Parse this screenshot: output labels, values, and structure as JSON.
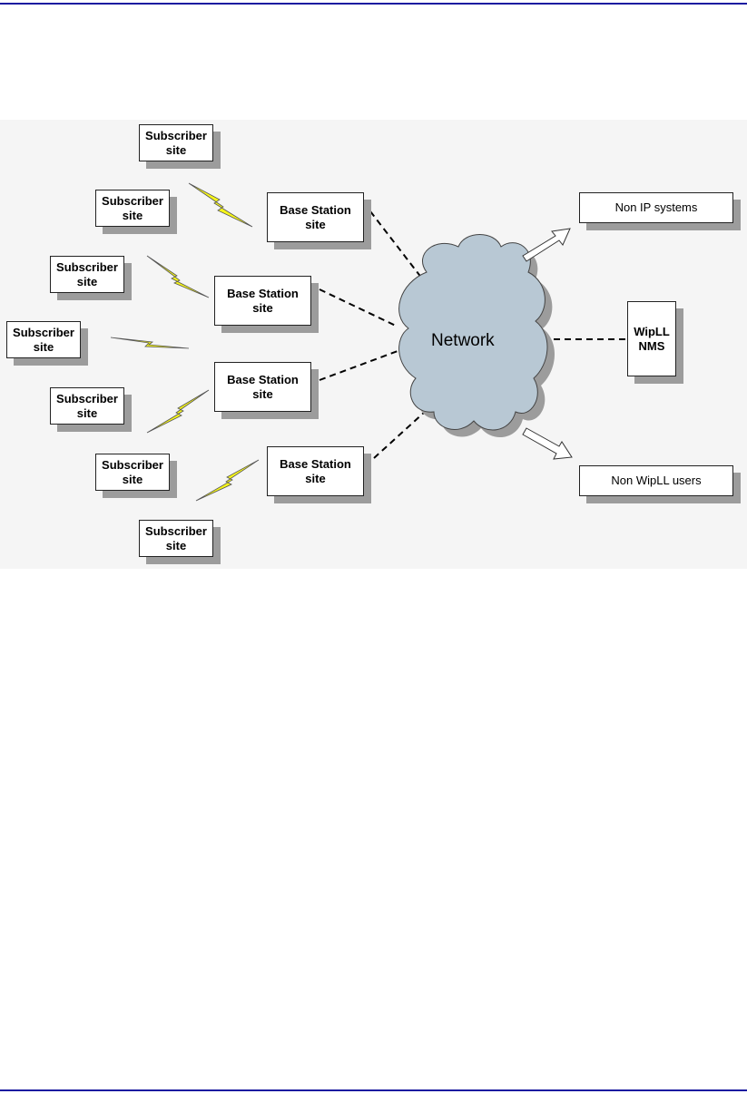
{
  "diagram": {
    "subscribers": [
      {
        "label": "Subscriber\nsite"
      },
      {
        "label": "Subscriber\nsite"
      },
      {
        "label": "Subscriber\nsite"
      },
      {
        "label": "Subscriber\nsite"
      },
      {
        "label": "Subscriber\nsite"
      },
      {
        "label": "Subscriber\nsite"
      },
      {
        "label": "Subscriber\nsite"
      }
    ],
    "base_stations": [
      {
        "label": "Base Station\nsite"
      },
      {
        "label": "Base Station\nsite"
      },
      {
        "label": "Base Station\nsite"
      },
      {
        "label": "Base Station\nsite"
      }
    ],
    "network_label": "Network",
    "nms_label": "WipLL\nNMS",
    "outputs": [
      {
        "label": "Non IP systems"
      },
      {
        "label": "Non WipLL users"
      }
    ],
    "colors": {
      "bolt": "#f5f51a",
      "cloud": "#b8c8d4",
      "shadow": "#9c9c9c",
      "rule": "#1a1aa0"
    }
  }
}
